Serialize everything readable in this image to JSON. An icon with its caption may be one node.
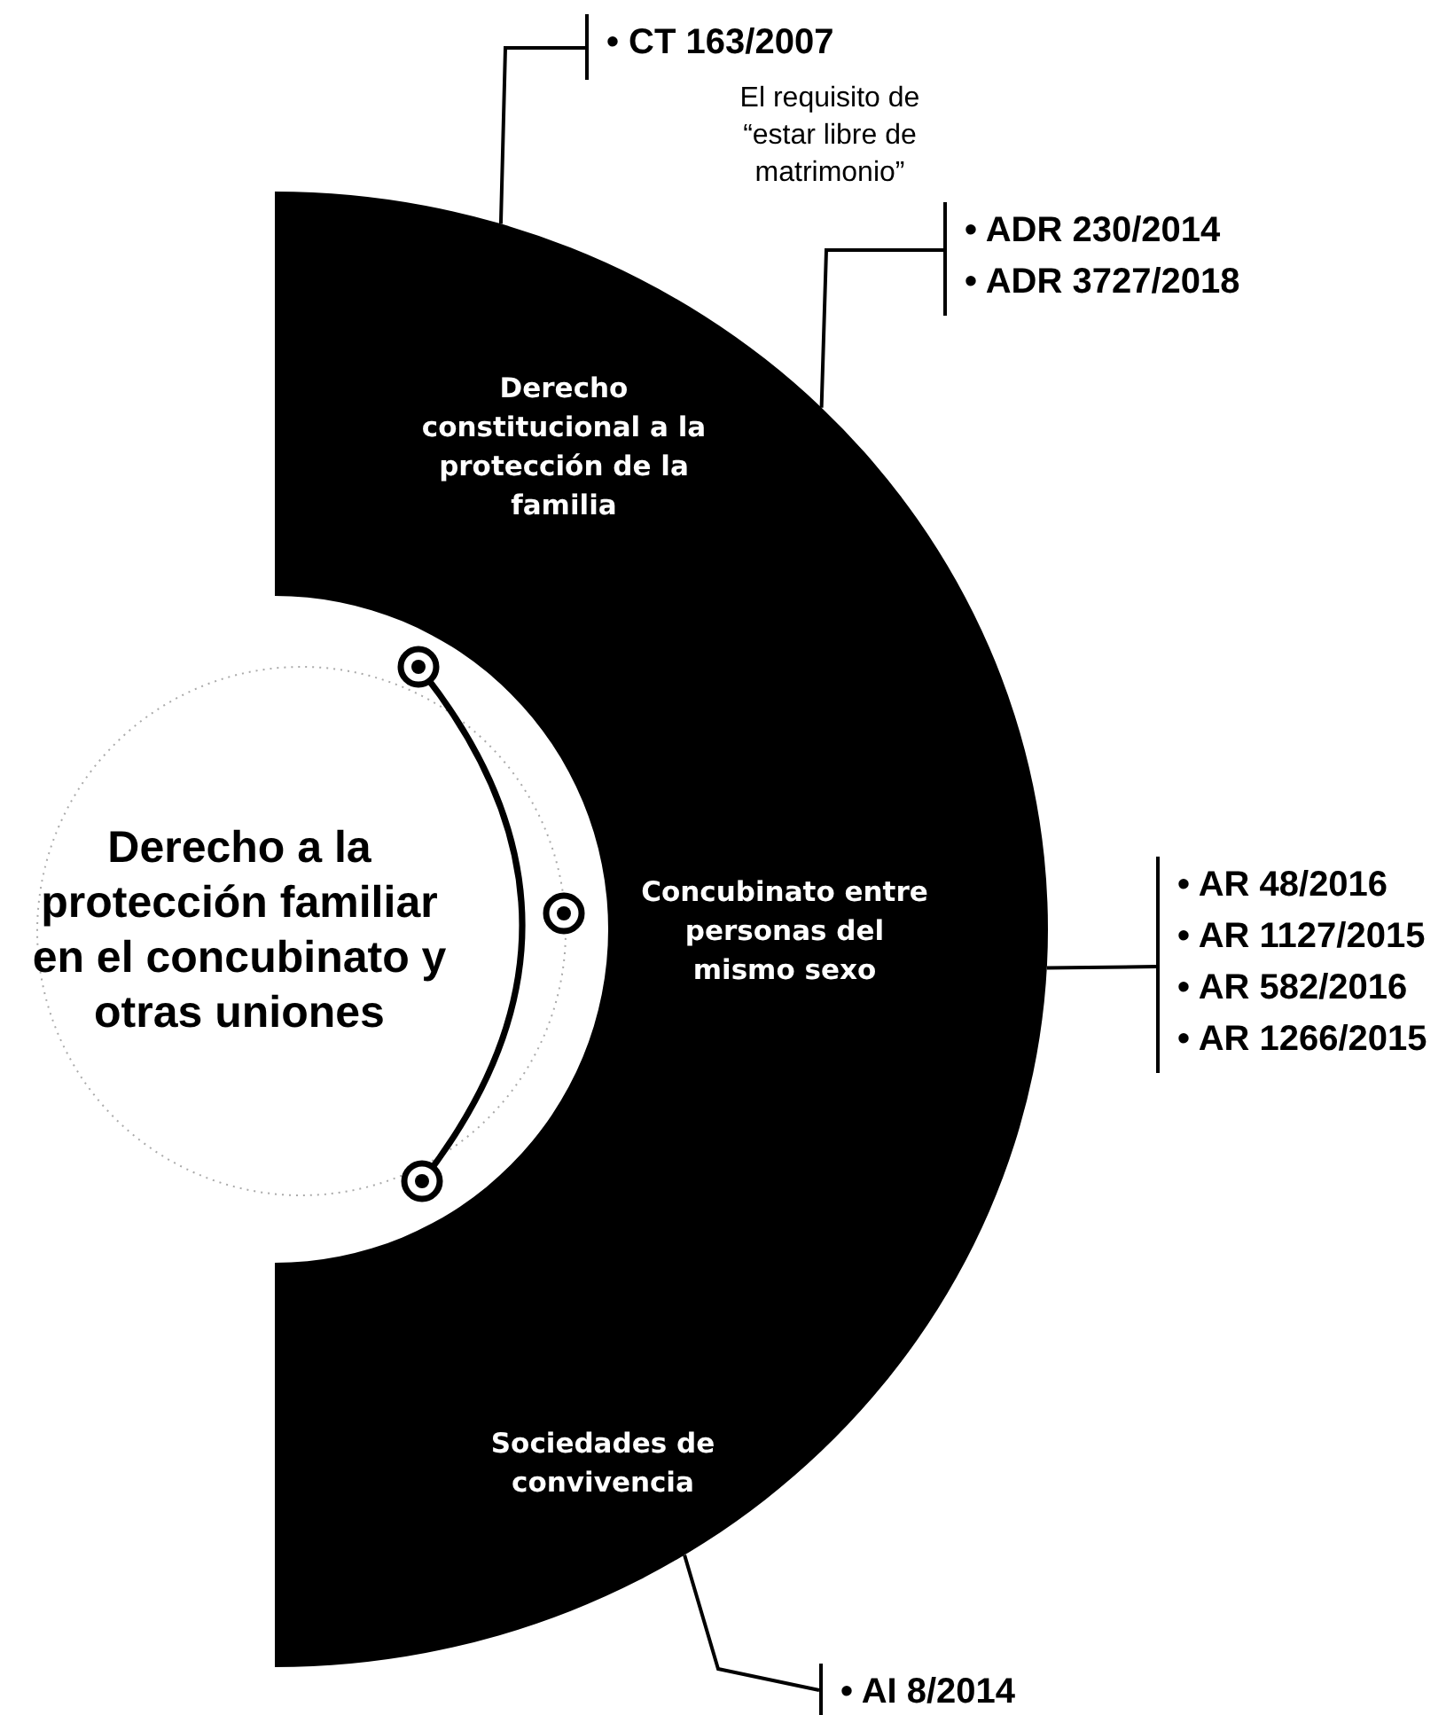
{
  "diagram": {
    "nodes": [
      {
        "text": [
          "Derecho a la protección familiar en el concubinato y otras uniones"
        ]
      },
      {
        "text": [],
        "shape": "band"
      },
      {
        "text": [
          "Derecho constitucional a la protección de la familia"
        ],
        "in": 1
      },
      {
        "text": [
          "Concubinato entre personas del mismo sexo"
        ],
        "in": 1
      },
      {
        "text": [
          "Sociedades de convivencia"
        ],
        "in": 1
      },
      {
        "text": [
          "• CT 163/2007"
        ]
      },
      {
        "text": [
          "• ADR 230/2014",
          "• ADR 3727/2018"
        ]
      },
      {
        "text": [
          "• AR 48/2016",
          "• AR 1127/2015",
          "• AR 582/2016",
          "• AR 1266/2015"
        ]
      },
      {
        "text": [
          "• AI 8/2014"
        ]
      }
    ],
    "edges": [
      {
        "from": 1,
        "to": 5,
        "arrow": "none"
      },
      {
        "from": 1,
        "to": 6,
        "arrow": "none",
        "label": "El requisito de “estar libre de matrimonio”"
      },
      {
        "from": 1,
        "to": 7,
        "arrow": "none"
      },
      {
        "from": 1,
        "to": 8,
        "arrow": "none"
      }
    ]
  }
}
